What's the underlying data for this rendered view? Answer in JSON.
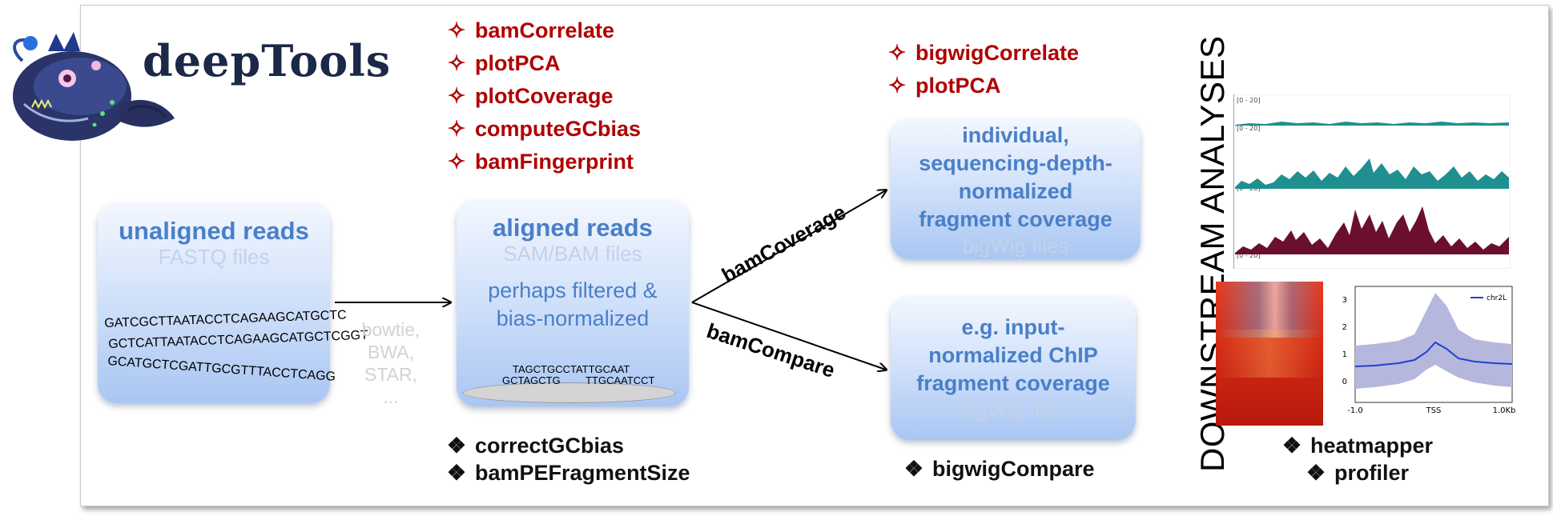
{
  "logo": {
    "title": "deepTools"
  },
  "aligned_tools": [
    {
      "marker": "✧",
      "label": "bamCorrelate"
    },
    {
      "marker": "✧",
      "label": "plotPCA"
    },
    {
      "marker": "✧",
      "label": "plotCoverage"
    },
    {
      "marker": "✧",
      "label": "computeGCbias"
    },
    {
      "marker": "✧",
      "label": "bamFingerprint"
    }
  ],
  "bigwig_tools": [
    {
      "marker": "✧",
      "label": "bigwigCorrelate"
    },
    {
      "marker": "✧",
      "label": "plotPCA"
    }
  ],
  "unaligned_box": {
    "title": "unaligned reads",
    "subtitle": "FASTQ files",
    "sequences": [
      "GATCGCTTAATACCTCAGAAGCATGCTC",
      "GCTCATTAATACCTCAGAAGCATGCTCGGT",
      "GCATGCTCGATTGCGTTTACCTCAGG"
    ]
  },
  "aligners": [
    "bowtie,",
    "BWA,",
    "STAR,",
    "..."
  ],
  "aligned_box": {
    "title": "aligned reads",
    "subtitle": "SAM/BAM files",
    "body": [
      "perhaps filtered &",
      "bias-normalized"
    ],
    "reads_top": "TAGCTGCCTATTGCAAT",
    "reads_bottom": "GCTAGCTG TTGCAATCCT"
  },
  "aligned_bottom_tools": [
    {
      "marker": "❖",
      "label": "correctGCbias"
    },
    {
      "marker": "❖",
      "label": "bamPEFragmentSize"
    }
  ],
  "edges": {
    "upper": "bamCoverage",
    "lower": "bamCompare"
  },
  "coverage_box": {
    "lines": [
      "individual,",
      "sequencing-depth-",
      "normalized",
      "fragment coverage"
    ],
    "subtitle": "bigWig files"
  },
  "compare_box": {
    "lines": [
      "e.g. input-",
      "normalized ChIP",
      "fragment coverage"
    ],
    "subtitle": "bigWig files"
  },
  "compare_bottom_tools": [
    {
      "marker": "❖",
      "label": "bigwigCompare"
    }
  ],
  "downstream": {
    "heading": "DOWNSTREAM ANALYSES",
    "tracks": [
      "[0 - 20]",
      "[0 - 20]",
      "[0 - 20]",
      "[0 - 20]"
    ],
    "profile": {
      "legend": "chr2L",
      "yticks": [
        "3",
        "2",
        "1",
        "0"
      ],
      "xticks": [
        "-1.0",
        "TSS",
        "1.0Kb"
      ]
    },
    "tools": [
      {
        "marker": "❖",
        "label": "heatmapper"
      },
      {
        "marker": "❖",
        "label": "profiler"
      }
    ]
  },
  "colors": {
    "tool_red": "#b00000",
    "box_text": "#4a7fc8",
    "track_teal": "#1f8f8f",
    "track_maroon": "#6a0f2c",
    "profile_line": "#1f3fd6",
    "profile_band": "#b5b8dc"
  }
}
